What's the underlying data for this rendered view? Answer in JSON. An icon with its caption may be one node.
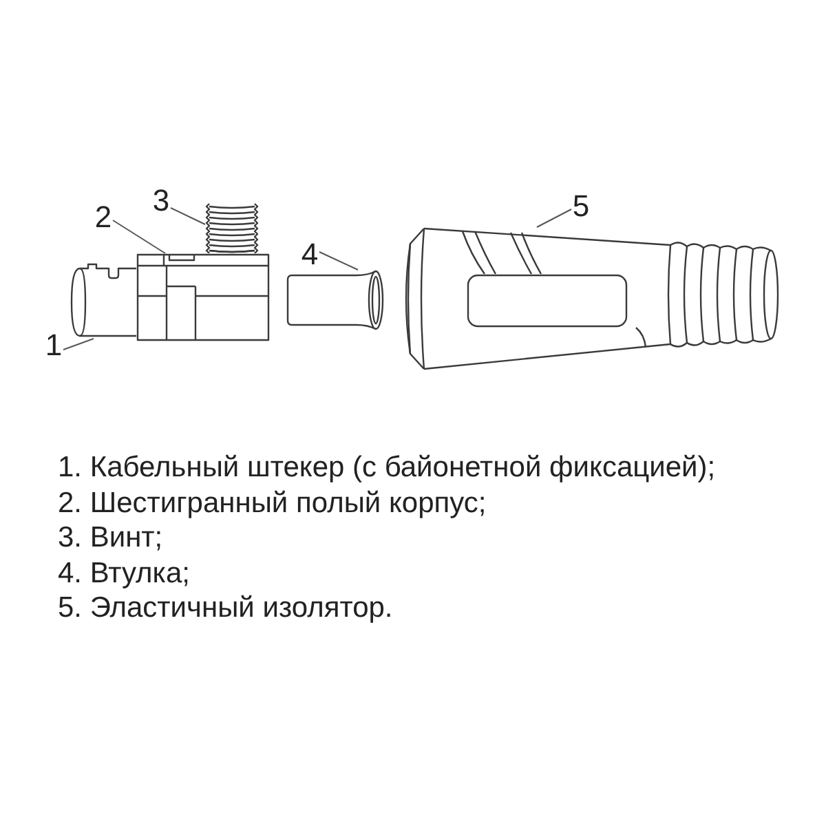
{
  "diagram": {
    "nodes": [
      {
        "text": [
          "1"
        ]
      },
      {
        "text": [
          "2"
        ]
      },
      {
        "text": [
          "3"
        ]
      },
      {
        "text": [
          "4"
        ]
      },
      {
        "text": [
          "5"
        ]
      },
      {
        "text": [],
        "shape": "picture"
      },
      {
        "text": [],
        "shape": "picture"
      },
      {
        "text": [],
        "shape": "picture"
      },
      {
        "text": [],
        "shape": "picture"
      },
      {
        "text": [],
        "shape": "picture"
      }
    ],
    "edges": [
      {
        "from": 0,
        "to": 5,
        "arrow": "none"
      },
      {
        "from": 1,
        "to": 6,
        "arrow": "none"
      },
      {
        "from": 2,
        "to": 7,
        "arrow": "none"
      },
      {
        "from": 3,
        "to": 8,
        "arrow": "none"
      },
      {
        "from": 4,
        "to": 9,
        "arrow": "none"
      }
    ],
    "labels": [
      "1. Кабельный штекер (с байонетной фиксацией);",
      "2. Шестигранный полый корпус;",
      "3. Винт;",
      "4. Втулка;",
      "5. Эластичный изолятор."
    ]
  }
}
